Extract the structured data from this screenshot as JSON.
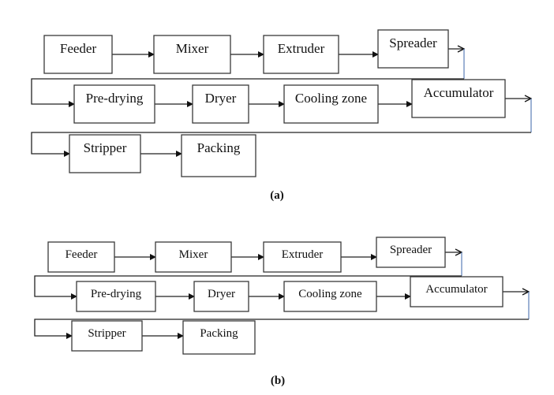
{
  "diagrams": [
    {
      "caption": "(a)",
      "nodes": [
        "Feeder",
        "Mixer",
        "Extruder",
        "Spreader",
        "Pre-drying",
        "Dryer",
        "Cooling zone",
        "Accumulator",
        "Stripper",
        "Packing"
      ],
      "edges": [
        [
          "Feeder",
          "Mixer"
        ],
        [
          "Mixer",
          "Extruder"
        ],
        [
          "Extruder",
          "Spreader"
        ],
        [
          "Spreader",
          "Pre-drying"
        ],
        [
          "Pre-drying",
          "Dryer"
        ],
        [
          "Dryer",
          "Cooling zone"
        ],
        [
          "Cooling zone",
          "Accumulator"
        ],
        [
          "Accumulator",
          "Stripper"
        ],
        [
          "Stripper",
          "Packing"
        ]
      ]
    },
    {
      "caption": "(b)",
      "nodes": [
        "Feeder",
        "Mixer",
        "Extruder",
        "Spreader",
        "Pre-drying",
        "Dryer",
        "Cooling zone",
        "Accumulator",
        "Stripper",
        "Packing"
      ],
      "edges": [
        [
          "Feeder",
          "Mixer"
        ],
        [
          "Mixer",
          "Extruder"
        ],
        [
          "Extruder",
          "Spreader"
        ],
        [
          "Spreader",
          "Pre-drying"
        ],
        [
          "Pre-drying",
          "Dryer"
        ],
        [
          "Dryer",
          "Cooling zone"
        ],
        [
          "Cooling zone",
          "Accumulator"
        ],
        [
          "Accumulator",
          "Stripper"
        ],
        [
          "Stripper",
          "Packing"
        ]
      ]
    }
  ]
}
